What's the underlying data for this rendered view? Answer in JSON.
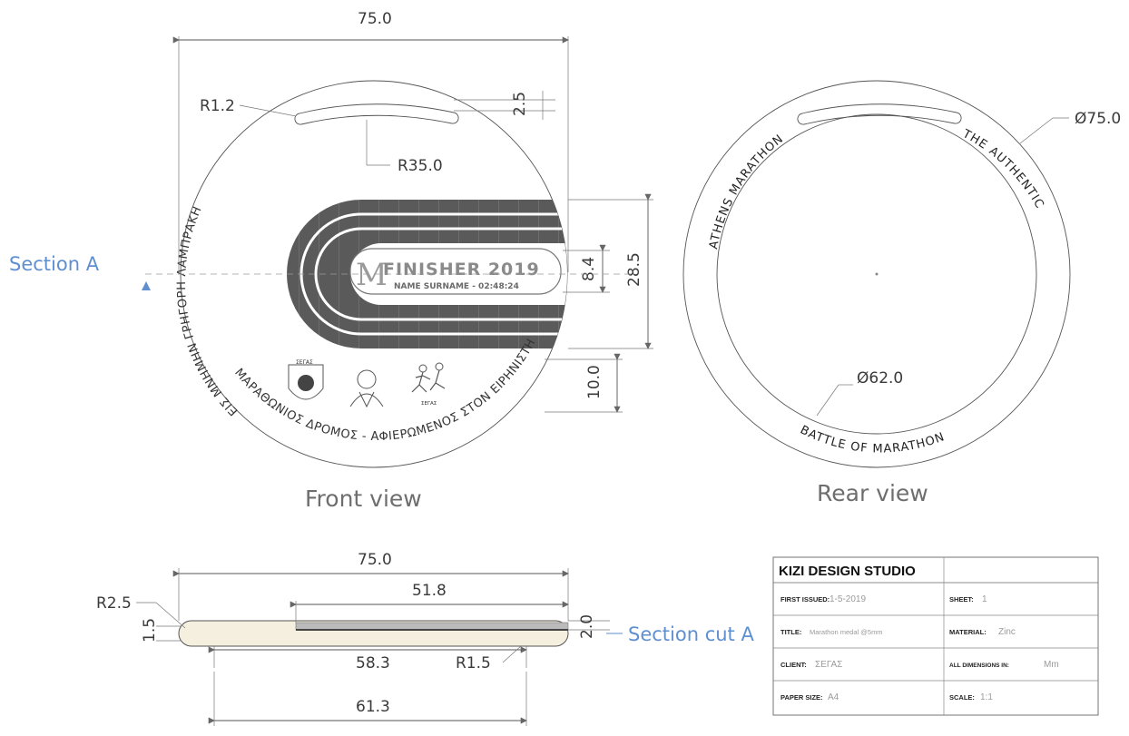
{
  "front": {
    "label": "Front view",
    "finisher_text": "FINISHER 2019",
    "name_text": "NAME  SURNAME - 02:48:24",
    "logo_letter": "M",
    "ring_text_left": "ΕΙΣ ΜΝΗΜΗΝ ΓΡΗΓΟΡΗ ΛΑΜΠΡΑΚΗ",
    "ring_text_bottom": "ΜΑΡΑΘΩΝΙΟΣ ΔΡΟΜΟΣ - ΑΦΙΕΡΩΜΕΝΟΣ ΣΤΟΝ ΕΙΡΗΝΙΣΤΗ ΓΡΗΓΟΡΗ ΛΑΜΠΡΑΚΗ",
    "seal_text": "ΣΕΓΑΣ",
    "runner_caption": "ΣΕΓΑΣ",
    "section_label": "Section A",
    "dims": {
      "width": "75.0",
      "slot_radius": "R1.2",
      "slot_width": "2.5",
      "arc_radius": "R35.0",
      "track_height": "28.5",
      "plate_height": "8.4",
      "bottom_gap": "10.0"
    }
  },
  "rear": {
    "label": "Rear view",
    "text_left": "ATHENS MARATHON",
    "text_right": "THE AUTHENTIC",
    "text_bottom": "BATTLE OF MARATHON",
    "outer_dia": "Ø75.0",
    "inner_dia": "Ø62.0"
  },
  "section": {
    "label": "Section cut A",
    "dims": {
      "width": "75.0",
      "top_inset": "51.8",
      "edge_radius": "R2.5",
      "thickness": "1.5",
      "relief": "2.0",
      "inner_span": "58.3",
      "inner_radius": "R1.5",
      "outer_span": "61.3"
    }
  },
  "title_block": {
    "studio": "KIZI DESIGN STUDIO",
    "rows": [
      {
        "left_label": "FIRST ISSUED:",
        "left_value": "1-5-2019",
        "right_label": "SHEET:",
        "right_value": "1"
      },
      {
        "left_label": "TITLE:",
        "left_value": "Marathon medal @5mm",
        "right_label": "MATERIAL:",
        "right_value": "Zinc"
      },
      {
        "left_label": "CLIENT:",
        "left_value": "ΣΕΓΑΣ",
        "right_label": "ALL DIMENSIONS IN:",
        "right_value": "Mm"
      },
      {
        "left_label": "PAPER SIZE:",
        "left_value": "A4",
        "right_label": "SCALE:",
        "right_value": "1:1"
      }
    ]
  },
  "colors": {
    "annotation_blue": "#5f8fcf",
    "track_dark": "#555555",
    "section_fill": "#f5efdf"
  }
}
